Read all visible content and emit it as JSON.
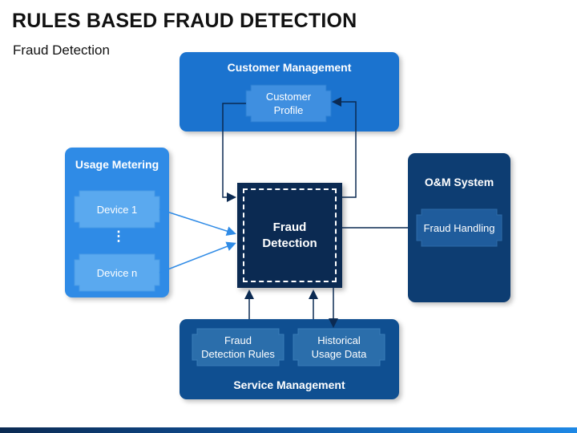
{
  "header": {
    "title": "RULES BASED FRAUD DETECTION",
    "subtitle": "Fraud Detection"
  },
  "customer_management": {
    "title": "Customer Management",
    "profile": "Customer\nProfile"
  },
  "usage_metering": {
    "title": "Usage Metering",
    "device_1": "Device 1",
    "dots": "⋮",
    "device_n": "Device n"
  },
  "fraud_detection": {
    "label": "Fraud\nDetection"
  },
  "om_system": {
    "title": "O&M System",
    "fraud_handling": "Fraud Handling"
  },
  "service_management": {
    "title": "Service Management",
    "rules": "Fraud\nDetection Rules",
    "history": "Historical\nUsage Data"
  },
  "colors": {
    "light_blue": "#2f8be6",
    "mid_blue": "#1f73d0",
    "dark_blue": "#0f4a86",
    "navy": "#0b2a52",
    "tile": "#4ea3ee"
  }
}
